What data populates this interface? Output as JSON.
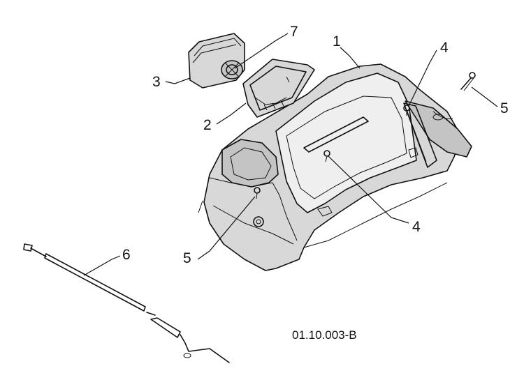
{
  "callouts": [
    {
      "id": "1",
      "label": "1",
      "part": "cover"
    },
    {
      "id": "2",
      "label": "2",
      "part": "headlight-housing"
    },
    {
      "id": "3",
      "label": "3",
      "part": "headlight-lens"
    },
    {
      "id": "4a",
      "label": "4",
      "part": "screw"
    },
    {
      "id": "4b",
      "label": "4",
      "part": "screw"
    },
    {
      "id": "5a",
      "label": "5",
      "part": "screw"
    },
    {
      "id": "5b",
      "label": "5",
      "part": "screw"
    },
    {
      "id": "6",
      "label": "6",
      "part": "cable"
    },
    {
      "id": "7",
      "label": "7",
      "part": "bulb-socket"
    }
  ],
  "drawing_code": "01.10.003-B"
}
